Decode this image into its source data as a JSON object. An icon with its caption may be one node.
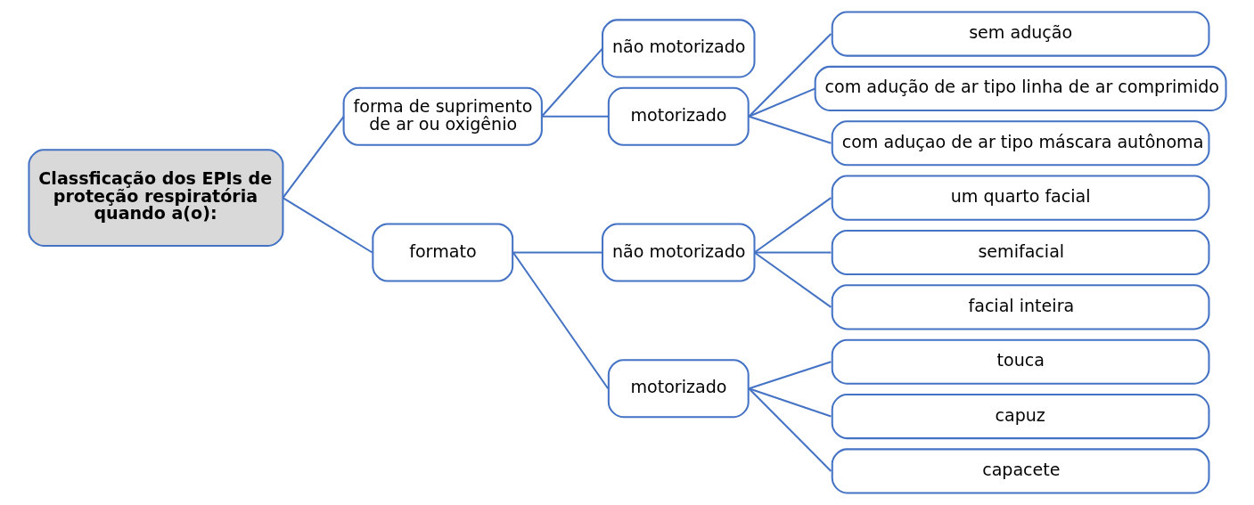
{
  "diagram": {
    "nodes": [
      {
        "text": [
          "Classficação dos EPIs de proteção respiratória quando a(o):"
        ]
      },
      {
        "text": [
          "forma de suprimento de ar ou oxigênio"
        ]
      },
      {
        "text": [
          "não motorizado"
        ]
      },
      {
        "text": [
          "motorizado"
        ]
      },
      {
        "text": [
          "sem adução"
        ]
      },
      {
        "text": [
          "com adução de ar tipo linha de ar comprimido"
        ]
      },
      {
        "text": [
          "com aduçao de ar tipo máscara autônoma"
        ]
      },
      {
        "text": [
          "formato"
        ]
      },
      {
        "text": [
          "não motorizado"
        ]
      },
      {
        "text": [
          "um quarto facial"
        ]
      },
      {
        "text": [
          "semifacial"
        ]
      },
      {
        "text": [
          "facial inteira"
        ]
      },
      {
        "text": [
          "motorizado"
        ]
      },
      {
        "text": [
          "touca"
        ]
      },
      {
        "text": [
          "capuz"
        ]
      },
      {
        "text": [
          "capacete"
        ]
      }
    ],
    "edges": [
      {
        "from": 0,
        "to": 1,
        "arrow": "none"
      },
      {
        "from": 0,
        "to": 7,
        "arrow": "none"
      },
      {
        "from": 1,
        "to": 2,
        "arrow": "none"
      },
      {
        "from": 1,
        "to": 3,
        "arrow": "none"
      },
      {
        "from": 3,
        "to": 4,
        "arrow": "none"
      },
      {
        "from": 3,
        "to": 5,
        "arrow": "none"
      },
      {
        "from": 3,
        "to": 6,
        "arrow": "none"
      },
      {
        "from": 7,
        "to": 8,
        "arrow": "none"
      },
      {
        "from": 7,
        "to": 12,
        "arrow": "none"
      },
      {
        "from": 8,
        "to": 9,
        "arrow": "none"
      },
      {
        "from": 8,
        "to": 10,
        "arrow": "none"
      },
      {
        "from": 8,
        "to": 11,
        "arrow": "none"
      },
      {
        "from": 12,
        "to": 13,
        "arrow": "none"
      },
      {
        "from": 12,
        "to": 14,
        "arrow": "none"
      },
      {
        "from": 12,
        "to": 15,
        "arrow": "none"
      }
    ]
  }
}
